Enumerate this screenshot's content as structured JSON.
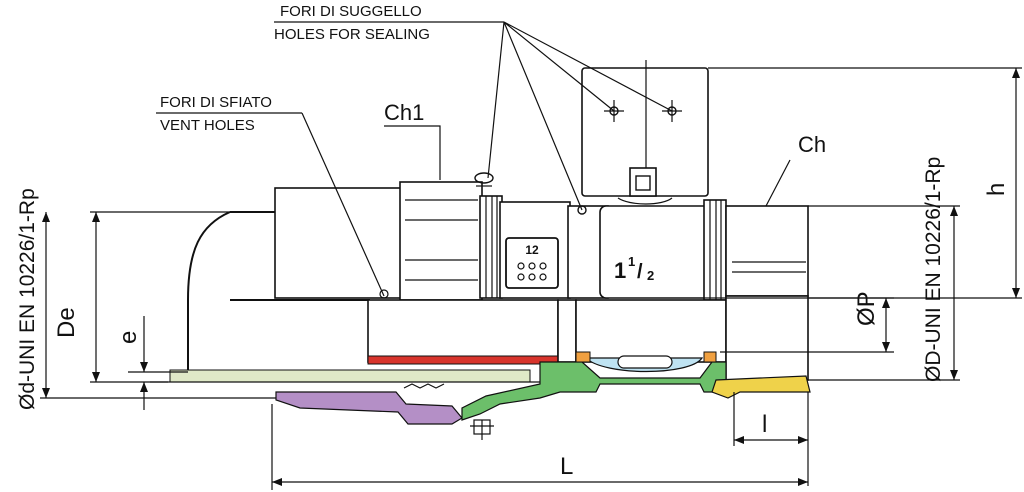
{
  "labels": {
    "sealing_holes_it": "FORI DI SUGGELLO",
    "sealing_holes_en": "HOLES FOR SEALING",
    "vent_holes_it": "FORI DI SFIATO",
    "vent_holes_en": "VENT HOLES",
    "ch1": "Ch1",
    "ch": "Ch",
    "pipe_diameter": "Ød-UNI EN 10226/1-Rp",
    "thread_diameter": "ØD-UNI EN 10226/1-Rp",
    "height": "h",
    "bore": "ØP",
    "outer_diameter": "De",
    "thickness": "e",
    "length": "L",
    "thread_length": "l"
  },
  "markings": {
    "pressure": "12",
    "size_whole": "1",
    "size_num": "1",
    "size_slash": "/",
    "size_den": "2"
  },
  "colors": {
    "outline": "#111111",
    "body_fill": "#ffffff",
    "purple_part": "#b48fc6",
    "green_part": "#6cbf6a",
    "yellow_part": "#efd24a",
    "red_seal": "#d8342c",
    "blue_ball": "#bfe3f2",
    "orange_seat": "#f0a040",
    "pipe_band": "#dfe9c7"
  }
}
